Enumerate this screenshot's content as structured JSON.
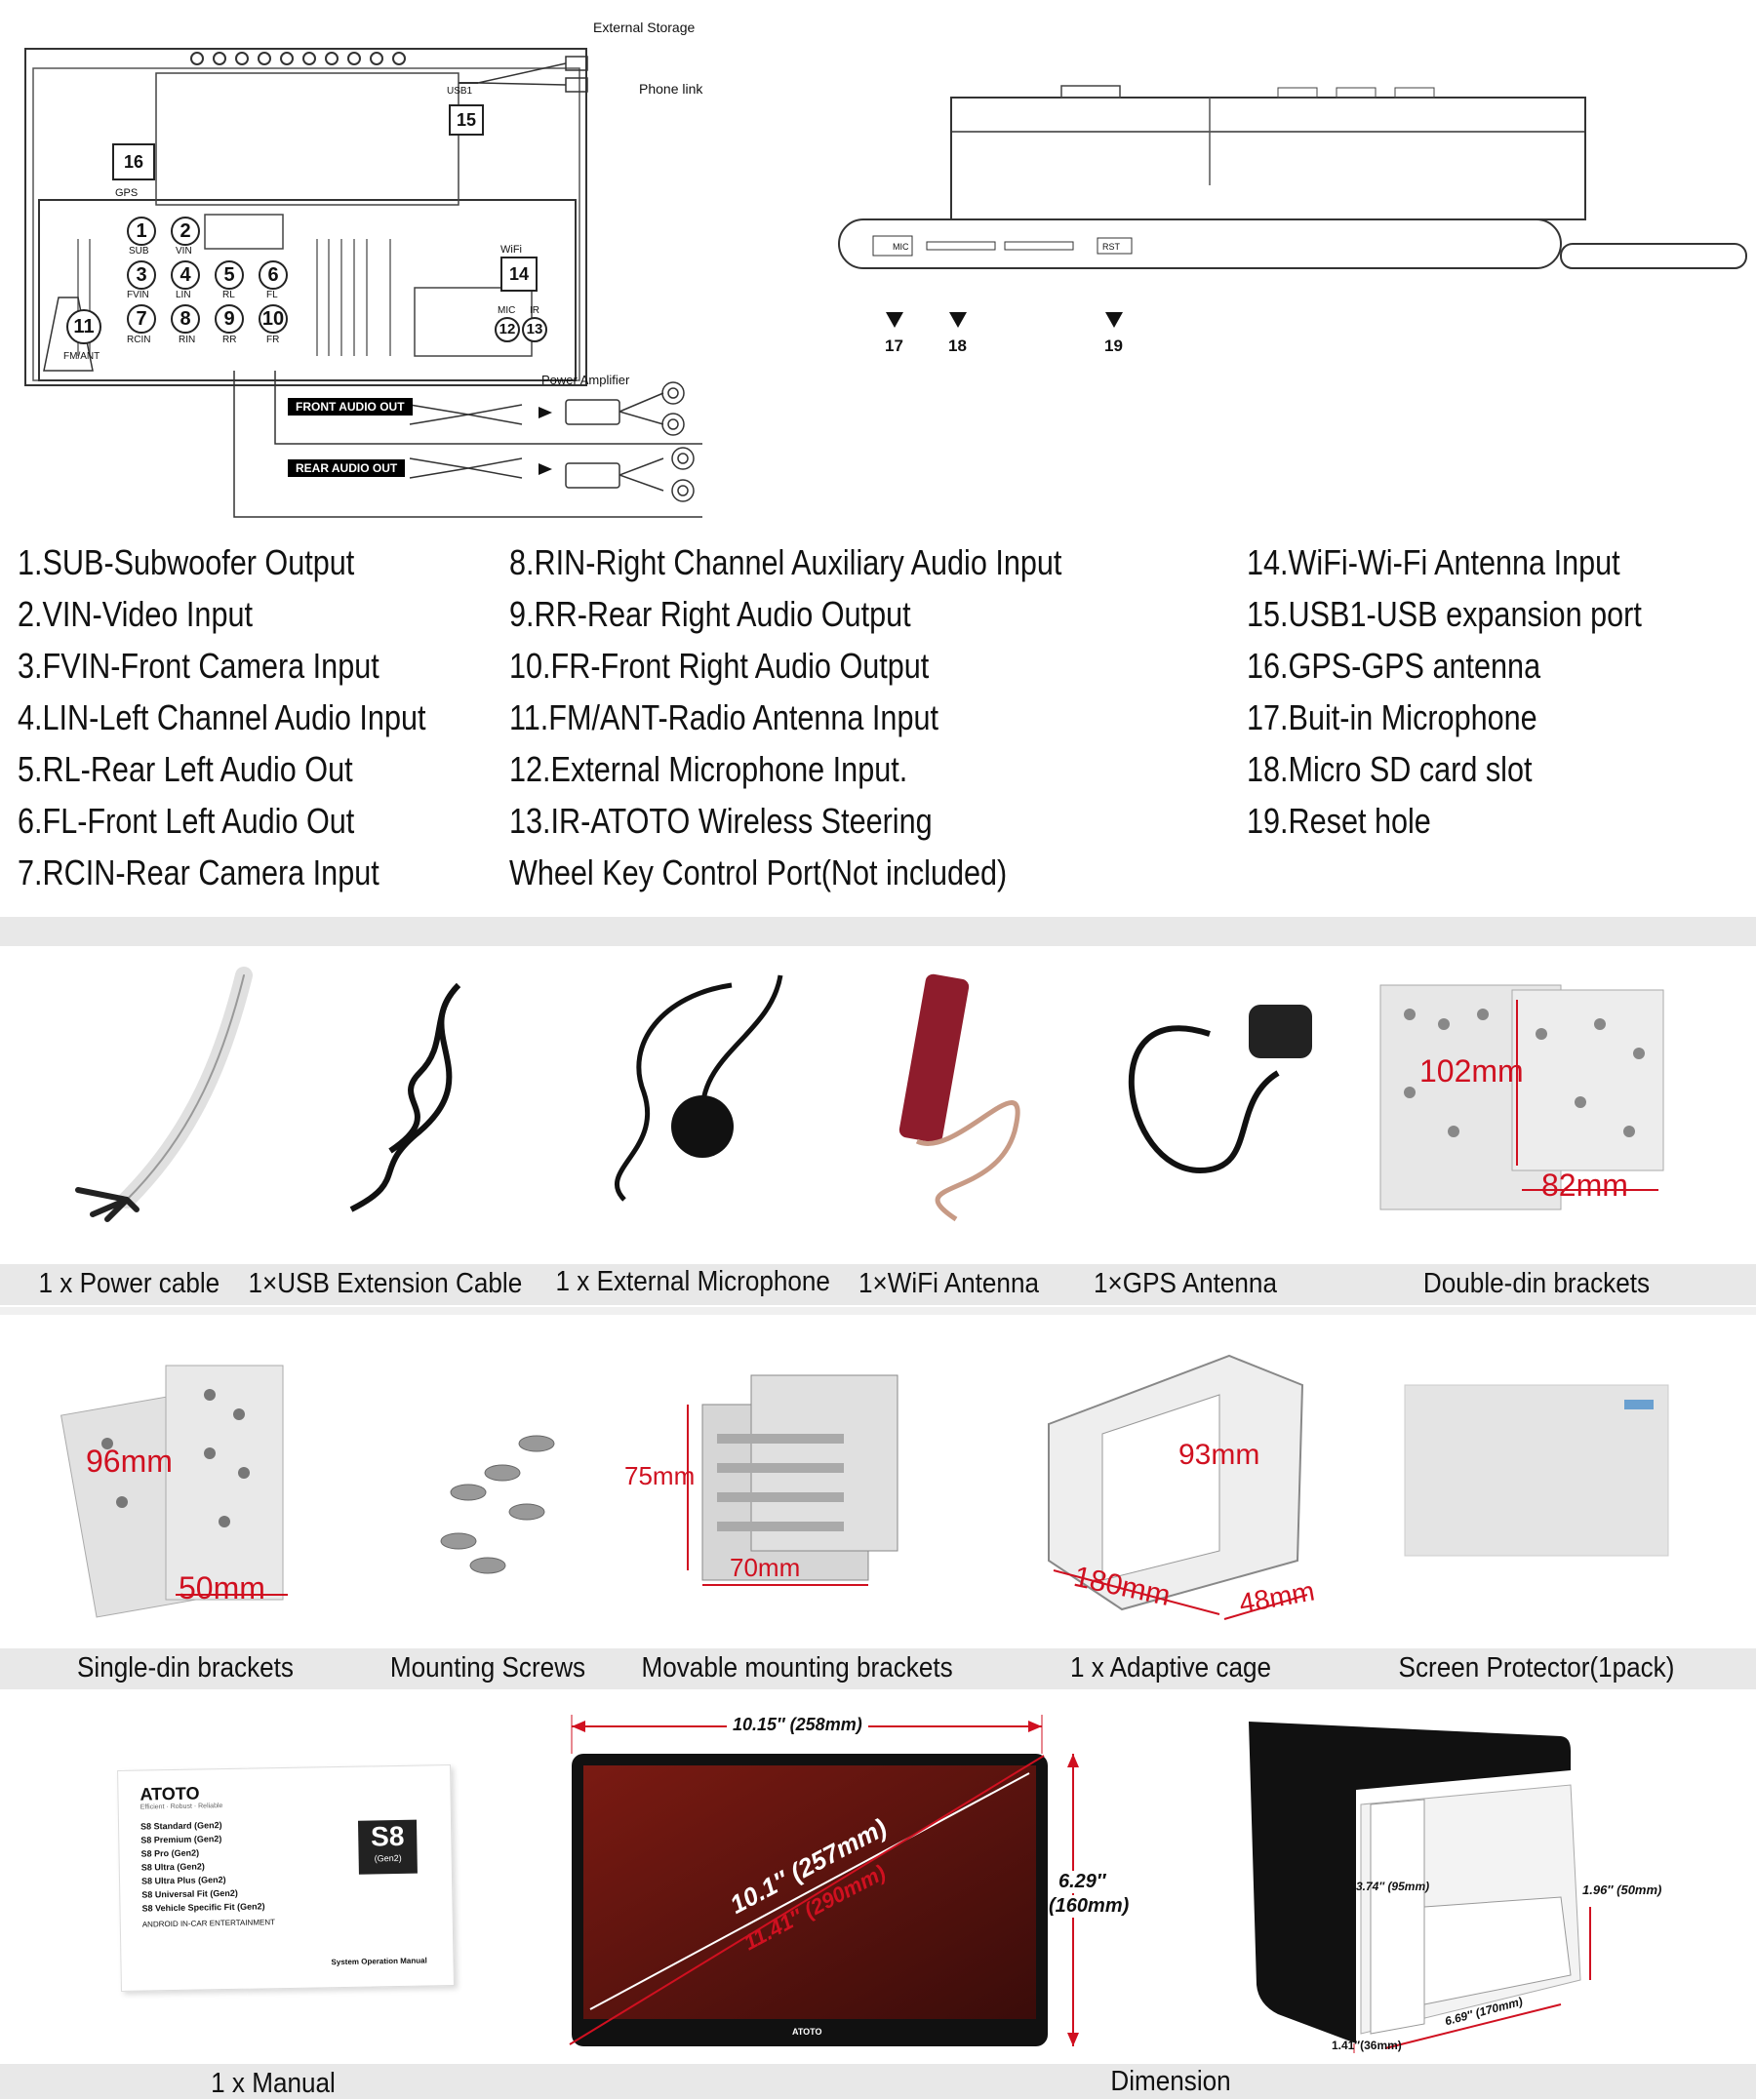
{
  "diagram": {
    "external_storage": "External Storage",
    "phone_link": "Phone link",
    "usb1": "USB1",
    "gps": "GPS",
    "wifi": "WiFi",
    "fm_ant": "FM/ANT",
    "power_amplifier": "Power Amplifier",
    "front_audio_out": "FRONT AUDIO OUT",
    "rear_audio_out": "REAR AUDIO OUT",
    "mic_port": "MIC",
    "rst": "RST",
    "mic_label": "MIC",
    "ir_label": "IR",
    "ports": {
      "p1": "1",
      "p2": "2",
      "p3": "3",
      "p4": "4",
      "p5": "5",
      "p6": "6",
      "p7": "7",
      "p8": "8",
      "p9": "9",
      "p10": "10",
      "p11": "11",
      "p12": "12",
      "p13": "13",
      "p14": "14",
      "p15": "15",
      "p16": "16",
      "p17": "17",
      "p18": "18",
      "p19": "19"
    },
    "port_labels": {
      "sub": "SUB",
      "vin": "VIN",
      "fvin": "FVIN",
      "lin": "LIN",
      "rl": "RL",
      "fl": "FL",
      "rcin": "RCIN",
      "rin": "RIN",
      "rr": "RR",
      "fr": "FR"
    }
  },
  "legend": {
    "col1": [
      "1.SUB-Subwoofer Output",
      "2.VIN-Video Input",
      "3.FVIN-Front Camera Input",
      "4.LIN-Left Channel Audio Input",
      "5.RL-Rear Left  Audio Out",
      "6.FL-Front Left  Audio Out",
      "7.RCIN-Rear Camera Input"
    ],
    "col2": [
      "8.RIN-Right Channel Auxiliary  Audio Input",
      "9.RR-Rear Right  Audio Output",
      "10.FR-Front Right  Audio Output",
      "11.FM/ANT-Radio  Antenna Input",
      "12.External Microphone Input.",
      "13.IR-ATOTO Wireless Steering",
      " Wheel Key Control Port(Not included)"
    ],
    "col3": [
      "14.WiFi-Wi-Fi Antenna Input",
      "15.USB1-USB expansion port",
      "16.GPS-GPS antenna",
      "17.Buit-in Microphone",
      "18.Micro SD card slot",
      "19.Reset hole"
    ]
  },
  "row1": {
    "captions": [
      "1 x Power cable",
      "1×USB Extension Cable",
      "1 x External Microphone",
      "1×WiFi Antenna",
      "1×GPS Antenna",
      "Double-din brackets"
    ],
    "dim_102": "102mm",
    "dim_82": "82mm"
  },
  "row2": {
    "captions": [
      "Single-din brackets",
      "Mounting Screws",
      "Movable mounting brackets",
      "1 x Adaptive cage",
      "Screen Protector(1pack)"
    ],
    "dim_96": "96mm",
    "dim_50": "50mm",
    "dim_75": "75mm",
    "dim_70": "70mm",
    "dim_93": "93mm",
    "dim_180": "180mm",
    "dim_48": "48mm"
  },
  "row3": {
    "manual": {
      "brand": "ATOTO",
      "tagline": "Efficient · Robust · Reliable",
      "models": [
        "S8 Standard (Gen2)",
        "S8 Premium (Gen2)",
        "S8 Pro (Gen2)",
        "S8 Ultra (Gen2)",
        "S8 Ultra Plus (Gen2)",
        "S8 Universal Fit (Gen2)",
        "S8 Vehicle Specific Fit (Gen2)"
      ],
      "badge": "S8",
      "badge_sub": "(Gen2)",
      "subtitle": "ANDROID IN-CAR ENTERTAINMENT",
      "system_manual": "System Operation Manual"
    },
    "screen": {
      "width_label": "10.15″ (258mm)",
      "height_label_1": "6.29″",
      "height_label_2": "(160mm)",
      "diag_1": "10.1″ (257mm)",
      "diag_2": "11.41″ (290mm)",
      "brand": "ATOTO"
    },
    "body": {
      "d95": "3.74″ (95mm)",
      "d50": "1.96″ (50mm)",
      "d170": "6.69″ (170mm)",
      "d36": "1.41″(36mm)"
    },
    "captions": [
      "1 x Manual",
      "Dimension"
    ]
  }
}
